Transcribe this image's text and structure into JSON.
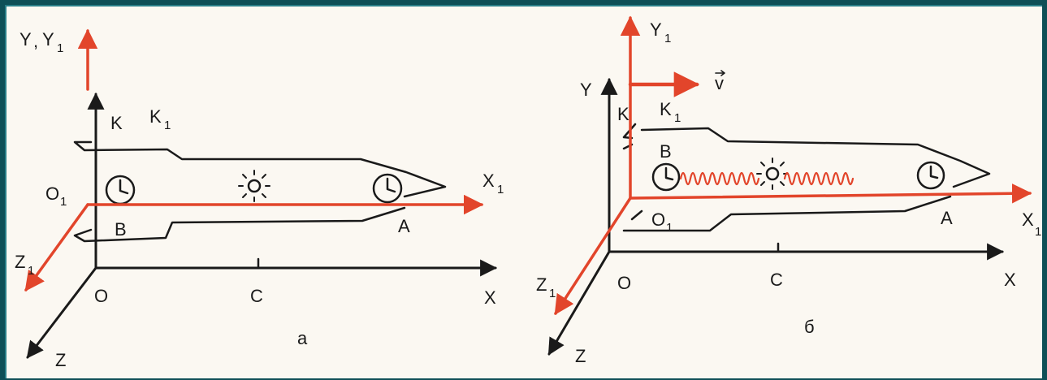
{
  "panel_a": {
    "caption": "а",
    "labels": {
      "y": "Y",
      "y_sep": ",",
      "y1": "Y",
      "y1_sub": "1",
      "k": "K",
      "k1": "K",
      "k1_sub": "1",
      "o1": "O",
      "o1_sub": "1",
      "x1": "X",
      "x1_sub": "1",
      "z1": "Z",
      "z1_sub": "1",
      "b": "B",
      "a": "A",
      "o": "O",
      "c": "C",
      "x": "X",
      "z": "Z"
    }
  },
  "panel_b": {
    "caption": "б",
    "labels": {
      "y1": "Y",
      "y1_sub": "1",
      "v": "v",
      "y": "Y",
      "k": "K",
      "k1": "K",
      "k1_sub": "1",
      "b": "B",
      "o1": "O",
      "o1_sub": "1",
      "a": "A",
      "x1": "X",
      "x1_sub": "1",
      "z1": "Z",
      "z1_sub": "1",
      "o": "O",
      "c": "C",
      "x": "X",
      "z": "Z"
    }
  },
  "colors": {
    "frame": "#0e4f57",
    "paper": "#fbf8f2",
    "ink": "#1a1a1a",
    "moving_frame": "#e2452b"
  }
}
